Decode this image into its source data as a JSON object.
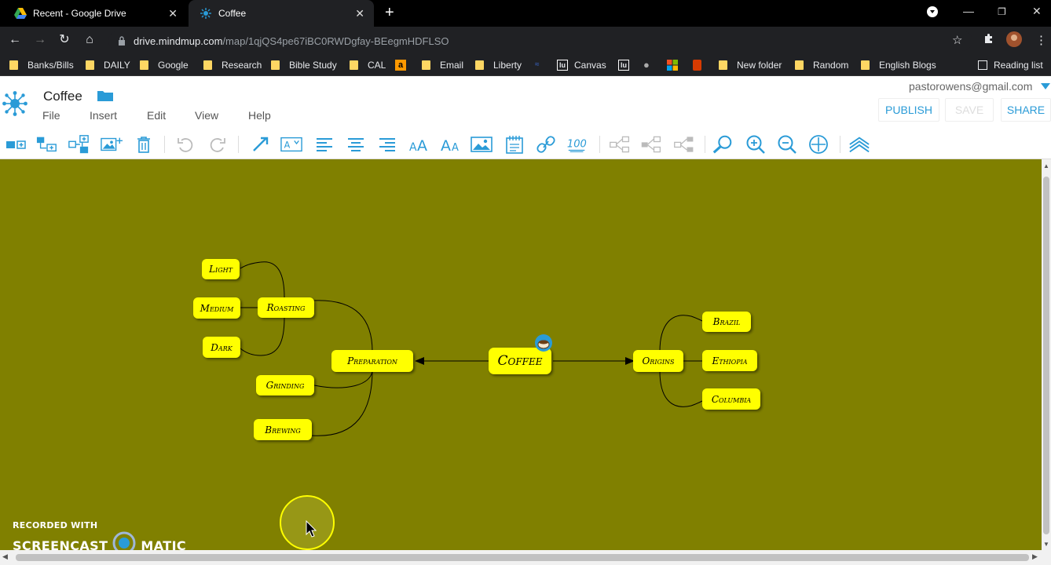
{
  "browser": {
    "tabs": [
      {
        "title": "Recent - Google Drive",
        "icon": "google-drive-icon"
      },
      {
        "title": "Coffee",
        "icon": "mindmup-icon"
      }
    ],
    "url": {
      "host": "drive.mindmup.com",
      "path": "/map/1qjQS4pe67iBC0RWDgfay-BEegmHDFLSO"
    },
    "bookmarks": [
      {
        "label": "Banks/Bills",
        "icon": "folder-icon"
      },
      {
        "label": "DAILY",
        "icon": "folder-icon"
      },
      {
        "label": "Google",
        "icon": "folder-icon"
      },
      {
        "label": "Research",
        "icon": "folder-icon"
      },
      {
        "label": "Bible Study",
        "icon": "folder-icon"
      },
      {
        "label": "CAL",
        "icon": "folder-icon"
      },
      {
        "label": "",
        "icon": "amazon-icon"
      },
      {
        "label": "Email",
        "icon": "folder-icon"
      },
      {
        "label": "Liberty",
        "icon": "folder-icon"
      },
      {
        "label": "",
        "icon": "liberty-icon"
      },
      {
        "label": "Canvas",
        "icon": "canvas-icon"
      },
      {
        "label": "",
        "icon": "lu-icon"
      },
      {
        "label": "",
        "icon": "apple-icon"
      },
      {
        "label": "",
        "icon": "microsoft-icon"
      },
      {
        "label": "",
        "icon": "office-icon"
      },
      {
        "label": "New folder",
        "icon": "folder-icon"
      },
      {
        "label": "Random",
        "icon": "folder-icon"
      },
      {
        "label": "English Blogs",
        "icon": "folder-icon"
      }
    ],
    "reading_list": "Reading list"
  },
  "app": {
    "title": "Coffee",
    "menu": [
      "File",
      "Insert",
      "Edit",
      "View",
      "Help"
    ],
    "account": "pastorowens@gmail.com",
    "buttons": {
      "publish": "PUBLISH",
      "save": "SAVE",
      "share": "SHARE"
    },
    "colors": {
      "canvas": "#808000",
      "node": "#ffff00",
      "accent": "#2a9bd7"
    }
  },
  "mindmap": {
    "root": "Coffee",
    "nodes": {
      "preparation": "Preparation",
      "roasting": "Roasting",
      "grinding": "Grinding",
      "brewing": "Brewing",
      "light": "Light",
      "medium": "Medium",
      "dark": "Dark",
      "origins": "Origins",
      "brazil": "Brazil",
      "ethiopia": "Ethiopia",
      "columbia": "Columbia"
    },
    "root_icon": "coffee-cup-icon"
  },
  "watermark": {
    "line1": "RECORDED WITH",
    "line2a": "SCREENCAST",
    "line2b": "MATIC"
  }
}
